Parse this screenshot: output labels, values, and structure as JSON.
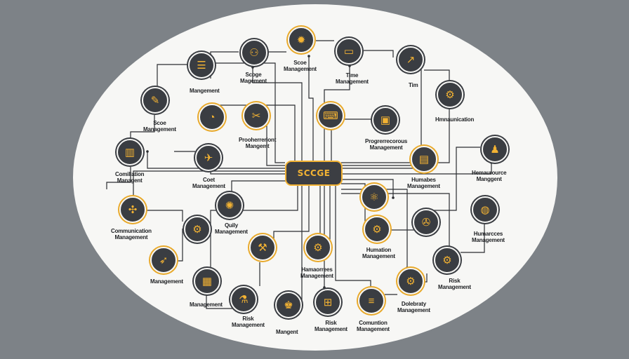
{
  "diagram": {
    "center_label": "SCCGE",
    "colors": {
      "background": "#7d8287",
      "canvas": "#f7f7f5",
      "node": "#3a3d42",
      "accent": "#f2b233",
      "line": "#2b2d31"
    },
    "labels": [
      {
        "id": "scope-management-top",
        "text": "Scoe\nManagement"
      },
      {
        "id": "scope-magement",
        "text": "Scoge\nMagement"
      },
      {
        "id": "mangement-left",
        "text": "Mangement"
      },
      {
        "id": "time-management",
        "text": "Time\nManagement"
      },
      {
        "id": "tim",
        "text": "Tim"
      },
      {
        "id": "scope-management-left",
        "text": "Scoe\nManagement"
      },
      {
        "id": "procurement-management",
        "text": "Prooherreriont\nMangemt"
      },
      {
        "id": "progression-management",
        "text": "Progrerrecorous\nManagement"
      },
      {
        "id": "humunication",
        "text": "Hmnaunication"
      },
      {
        "id": "comilitation-management",
        "text": "Comillation\nManagent"
      },
      {
        "id": "cost-management",
        "text": "Coet\nManagement"
      },
      {
        "id": "humanities-management",
        "text": "Humabes\nManagement"
      },
      {
        "id": "humanresource-top",
        "text": "Hemaurource\nManggent"
      },
      {
        "id": "communication-management",
        "text": "Communication\nManagement"
      },
      {
        "id": "quality-management",
        "text": "Quily\nManagement"
      },
      {
        "id": "humarcces-management",
        "text": "Humarcces\nManagement"
      },
      {
        "id": "humation-management",
        "text": "Humation\nManagement"
      },
      {
        "id": "management-left-low",
        "text": "Management"
      },
      {
        "id": "homacorres-management",
        "text": "Hamaorrees\nManagement"
      },
      {
        "id": "risk-management-right",
        "text": "Risk\nManagement"
      },
      {
        "id": "management-bottom-left",
        "text": "Management"
      },
      {
        "id": "dolebraty-management",
        "text": "Dolebraty\nManagement"
      },
      {
        "id": "risk-management-bottom",
        "text": "Risk\nManagement"
      },
      {
        "id": "mangent-bottom",
        "text": "Mangent"
      },
      {
        "id": "risk-management-bottom-2",
        "text": "Risk\nManagement"
      },
      {
        "id": "comunution-management",
        "text": "Comuntion\nManagement"
      }
    ],
    "nodes": [
      {
        "id": "n-plan",
        "icon": "checklist-icon",
        "glyph": "☰"
      },
      {
        "id": "n-team",
        "icon": "hierarchy-icon",
        "glyph": "⚇"
      },
      {
        "id": "n-idea",
        "icon": "lightbulb-icon",
        "glyph": "✹"
      },
      {
        "id": "n-monitor",
        "icon": "monitor-icon",
        "glyph": "▭"
      },
      {
        "id": "n-growth",
        "icon": "growth-chart-icon",
        "glyph": "↗"
      },
      {
        "id": "n-clipboard",
        "icon": "clipboard-icon",
        "glyph": "✎"
      },
      {
        "id": "n-clock",
        "icon": "clock-icon",
        "glyph": "◔"
      },
      {
        "id": "n-cut",
        "icon": "scissors-icon",
        "glyph": "✂"
      },
      {
        "id": "n-desk",
        "icon": "desktop-icon",
        "glyph": "⌨"
      },
      {
        "id": "n-screen",
        "icon": "screen-icon",
        "glyph": "▣"
      },
      {
        "id": "n-gears",
        "icon": "gears-icon",
        "glyph": "⚙"
      },
      {
        "id": "n-person",
        "icon": "person-icon",
        "glyph": "♟"
      },
      {
        "id": "n-chart",
        "icon": "bar-chart-icon",
        "glyph": "▥"
      },
      {
        "id": "n-plane",
        "icon": "airplane-icon",
        "glyph": "✈"
      },
      {
        "id": "n-docs",
        "icon": "documents-icon",
        "glyph": "▤"
      },
      {
        "id": "n-network",
        "icon": "network-icon",
        "glyph": "⚛"
      },
      {
        "id": "n-globe",
        "icon": "globe-icon",
        "glyph": "◍"
      },
      {
        "id": "n-hubs",
        "icon": "hub-icon",
        "glyph": "✣"
      },
      {
        "id": "n-quality",
        "icon": "quality-gears-icon",
        "glyph": "⚙"
      },
      {
        "id": "n-star",
        "icon": "award-icon",
        "glyph": "✺"
      },
      {
        "id": "n-gear-right",
        "icon": "gear-icon",
        "glyph": "⚙"
      },
      {
        "id": "n-compass",
        "icon": "compass-icon",
        "glyph": "✇"
      },
      {
        "id": "n-gear-center",
        "icon": "big-gear-icon",
        "glyph": "⚙"
      },
      {
        "id": "n-rocket",
        "icon": "rocket-icon",
        "glyph": "➶"
      },
      {
        "id": "n-tools",
        "icon": "tools-icon",
        "glyph": "⚒"
      },
      {
        "id": "n-box",
        "icon": "package-icon",
        "glyph": "▦"
      },
      {
        "id": "n-mix",
        "icon": "tools-mix-icon",
        "glyph": "⚗"
      },
      {
        "id": "n-manager",
        "icon": "manager-icon",
        "glyph": "♚"
      },
      {
        "id": "n-flow",
        "icon": "flowchart-icon",
        "glyph": "⊞"
      },
      {
        "id": "n-list",
        "icon": "list-icon",
        "glyph": "≡"
      },
      {
        "id": "n-settings",
        "icon": "settings-icon",
        "glyph": "⚙"
      }
    ]
  }
}
